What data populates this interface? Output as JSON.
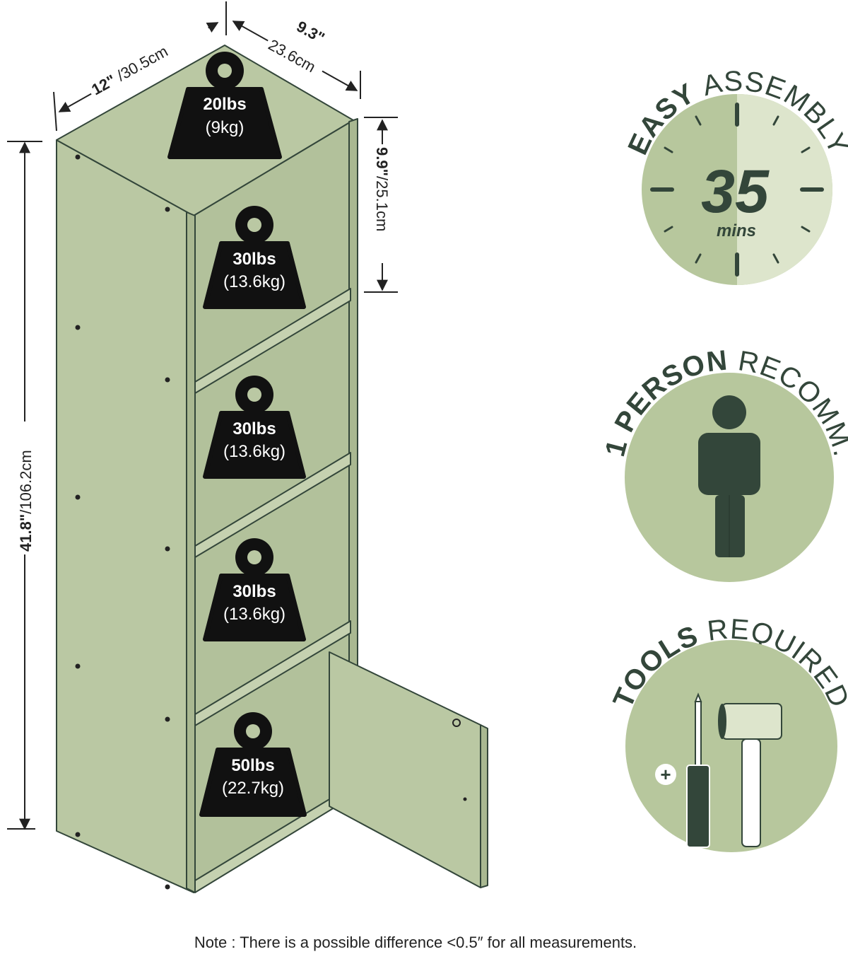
{
  "dimensions": {
    "width_in": "12\"",
    "width_cm": "/30.5cm",
    "depth_in": "9.3\"",
    "depth_cm": "23.6cm",
    "height_in": "41.8\"",
    "height_cm": "/106.2cm",
    "shelf_in": "9.9\"",
    "shelf_cm": "/25.1cm"
  },
  "weights": [
    {
      "lbs": "20lbs",
      "kg": "(9kg)"
    },
    {
      "lbs": "30lbs",
      "kg": "(13.6kg)"
    },
    {
      "lbs": "30lbs",
      "kg": "(13.6kg)"
    },
    {
      "lbs": "30lbs",
      "kg": "(13.6kg)"
    },
    {
      "lbs": "50lbs",
      "kg": "(22.7kg)"
    }
  ],
  "badges": {
    "assembly": {
      "bold": "EASY",
      "light": "ASSEMBLY",
      "number": "35",
      "unit": "mins"
    },
    "person": {
      "bold": "1 PERSON",
      "light": "RECOMM."
    },
    "tools": {
      "bold": "TOOLS",
      "light": "REQUIRED",
      "plus": "+"
    }
  },
  "note": "Note : There is a possible difference <0.5″ for all measurements.",
  "colors": {
    "panel": "#bac8a3",
    "panel_edge": "#33463a",
    "badge_circle": "#b7c79d",
    "badge_light_half": "#dde5cc",
    "dark_green": "#33463a",
    "weight_black": "#111111"
  }
}
